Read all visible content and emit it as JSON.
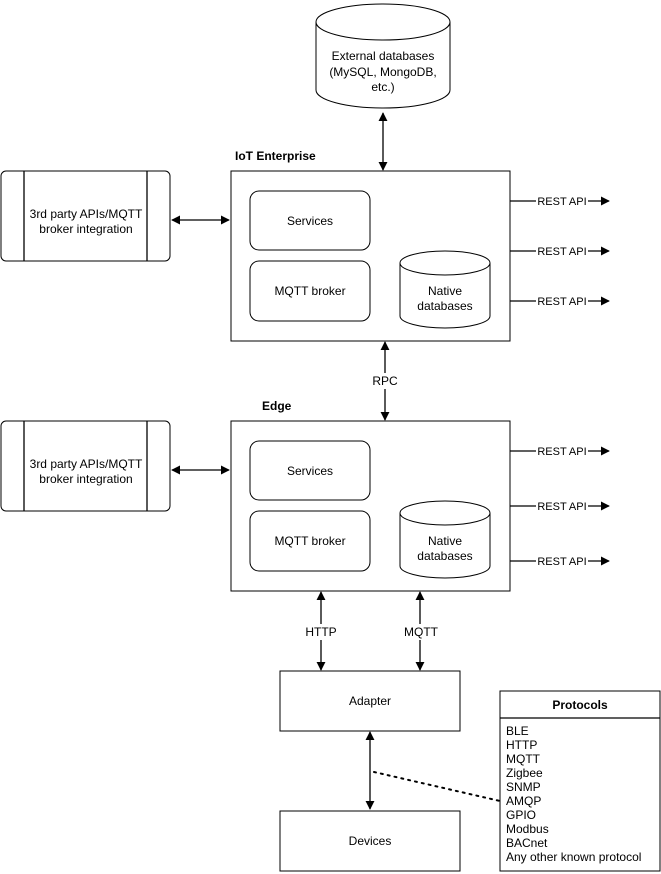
{
  "external_db": {
    "lines": [
      "External databases",
      "(MySQL, MongoDB,",
      "etc.)"
    ]
  },
  "enterprise": {
    "title": "IoT Enterprise",
    "services": "Services",
    "mqtt_broker": "MQTT broker",
    "native_db": [
      "Native",
      "databases"
    ],
    "rest_apis": [
      "REST API",
      "REST API",
      "REST API"
    ]
  },
  "third_party_top": {
    "lines": [
      "3rd party APIs/MQTT",
      "broker integration"
    ]
  },
  "rpc_label": "RPC",
  "edge": {
    "title": "Edge",
    "services": "Services",
    "mqtt_broker": "MQTT broker",
    "native_db": [
      "Native",
      "databases"
    ],
    "rest_apis": [
      "REST API",
      "REST API",
      "REST API"
    ]
  },
  "third_party_bottom": {
    "lines": [
      "3rd party APIs/MQTT",
      "broker integration"
    ]
  },
  "http_label": "HTTP",
  "mqtt_label": "MQTT",
  "adapter": "Adapter",
  "devices": "Devices",
  "protocols": {
    "title": "Protocols",
    "items": [
      "BLE",
      "HTTP",
      "MQTT",
      "Zigbee",
      "SNMP",
      "AMQP",
      "GPIO",
      "Modbus",
      "BACnet",
      "Any other known protocol"
    ]
  }
}
